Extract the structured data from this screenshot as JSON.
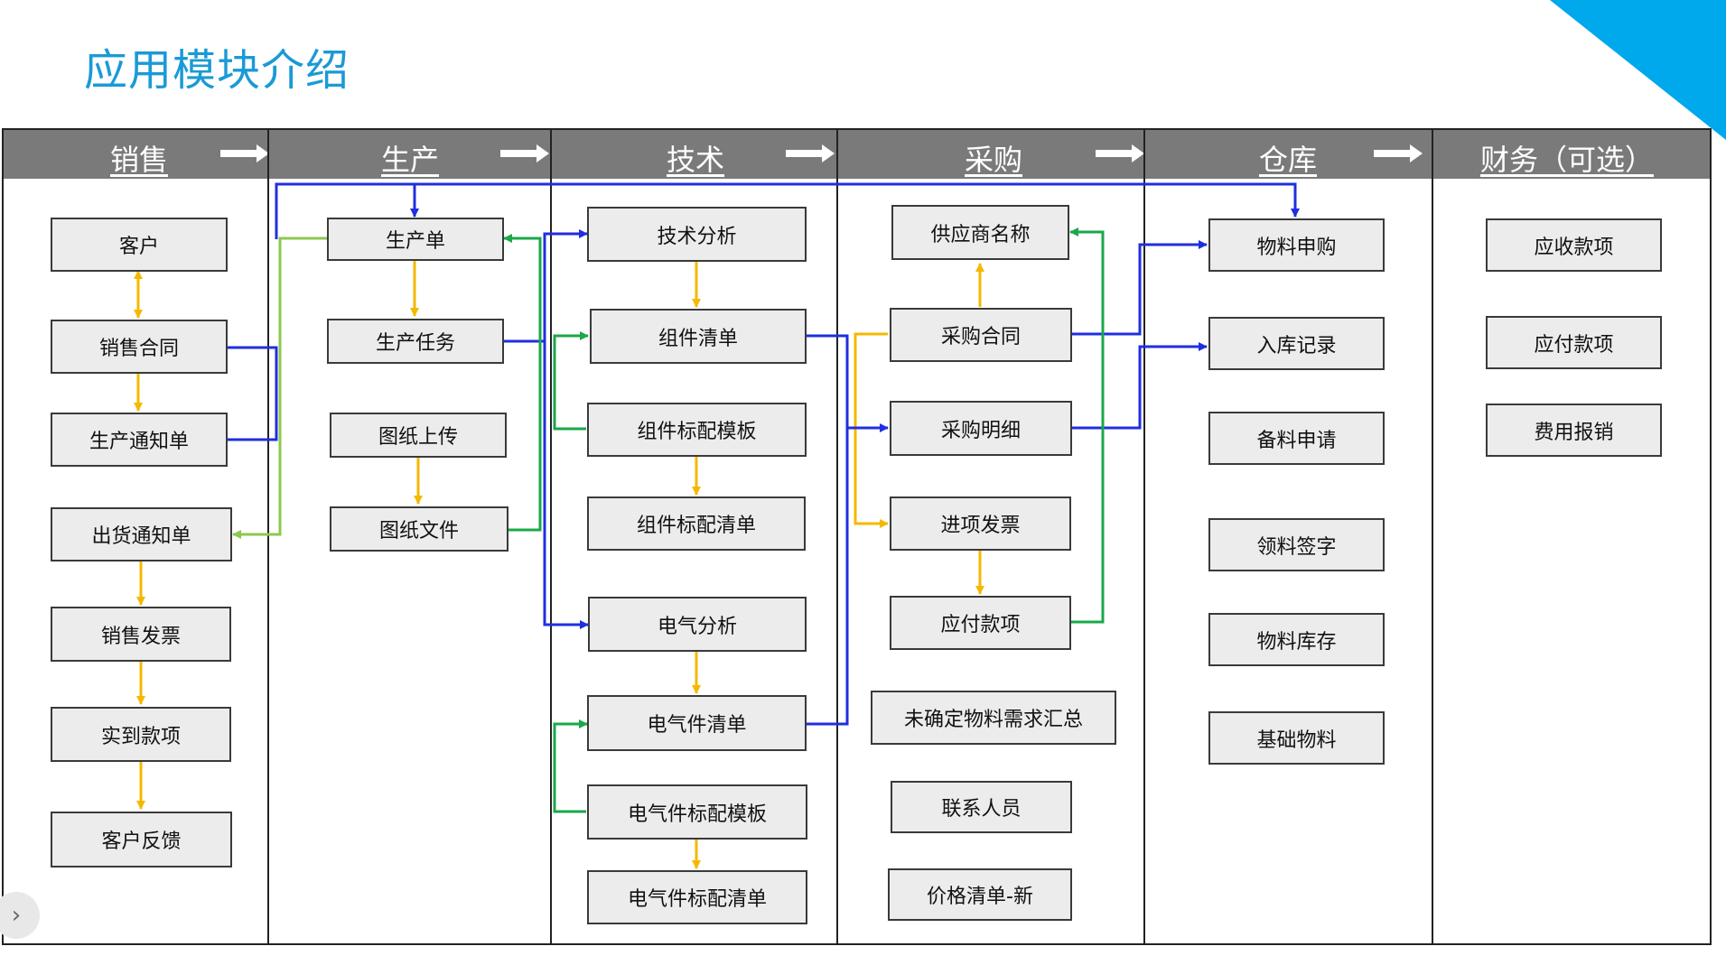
{
  "page_title": "应用模块介绍",
  "columns": [
    {
      "key": "sales",
      "title": "销售"
    },
    {
      "key": "production",
      "title": "生产"
    },
    {
      "key": "tech",
      "title": "技术"
    },
    {
      "key": "purchase",
      "title": "采购"
    },
    {
      "key": "warehouse",
      "title": "仓库"
    },
    {
      "key": "finance",
      "title": "财务（可选）"
    }
  ],
  "modules": {
    "sales": [
      "客户",
      "销售合同",
      "生产通知单",
      "出货通知单",
      "销售发票",
      "实到款项",
      "客户反馈"
    ],
    "production": [
      "生产单",
      "生产任务",
      "图纸上传",
      "图纸文件"
    ],
    "tech": [
      "技术分析",
      "组件清单",
      "组件标配模板",
      "组件标配清单",
      "电气分析",
      "电气件清单",
      "电气件标配模板",
      "电气件标配清单"
    ],
    "purchase": [
      "供应商名称",
      "采购合同",
      "采购明细",
      "进项发票",
      "应付款项",
      "未确定物料需求汇总",
      "联系人员",
      "价格清单-新"
    ],
    "warehouse": [
      "物料申购",
      "入库记录",
      "备料申请",
      "领料签字",
      "物料库存",
      "基础物料"
    ],
    "finance": [
      "应收款项",
      "应付款项",
      "费用报销"
    ]
  },
  "icons": {
    "header_arrow": "right-arrow-icon",
    "nav": "chevron-right-icon"
  },
  "colors": {
    "title": "#1a9ad6",
    "header": "#7a7a7a",
    "corner": "#00a8ec",
    "blue_link": "#1f2fe0",
    "orange_link": "#f5b800",
    "green_link": "#1aa84a",
    "lightgreen_link": "#8cc850"
  }
}
